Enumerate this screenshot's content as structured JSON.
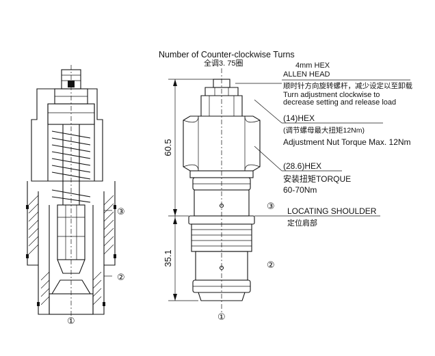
{
  "header": {
    "turns_label": "Number of Counter-clockwise Turns",
    "turns_value": "全调3. 75圈"
  },
  "callouts": {
    "allen_size": "4mm HEX",
    "allen_head": "ALLEN HEAD",
    "adjust_cn": "顺时针方向旋转螺杆，减少设定以至卸载",
    "adjust_en_1": "Turn adjustment clockwise to",
    "adjust_en_2": "decrease setting and release load",
    "hex_small": "(14)HEX",
    "hex_small_torque_cn": "(调节螺母最大扭矩12Nm)",
    "hex_small_torque_en": "Adjustment Nut Torque Max. 12Nm",
    "hex_large": "(28.6)HEX",
    "hex_large_torque_cn": "安装扭矩TORQUE",
    "hex_large_torque_value": "60-70Nm",
    "shoulder_en": "LOCATING SHOULDER",
    "shoulder_cn": "定位肩部"
  },
  "dimensions": {
    "upper": "60.5",
    "lower": "35.1"
  },
  "ports": {
    "port1": "①",
    "port2": "②",
    "port3": "③"
  }
}
